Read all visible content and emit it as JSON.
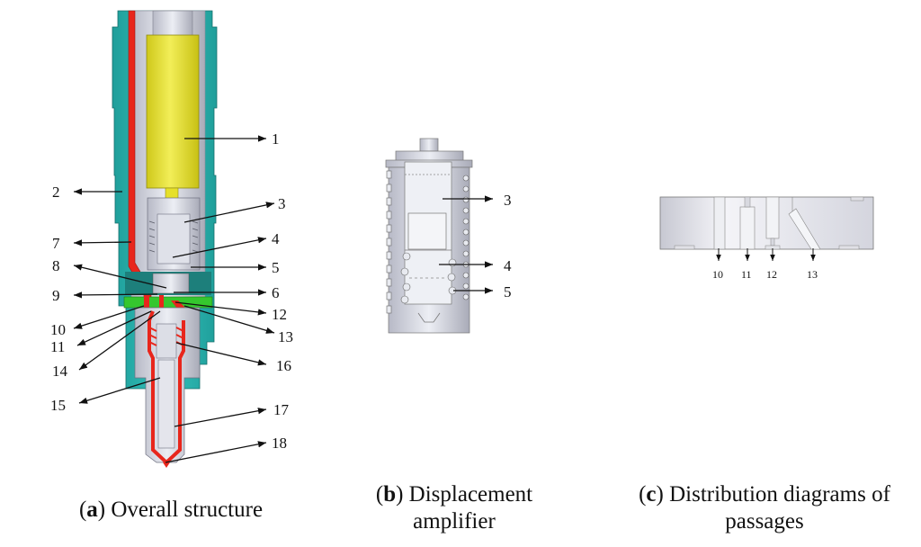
{
  "figure": {
    "panels": [
      {
        "id": "a",
        "caption_letter": "a",
        "caption_text": " Overall structure",
        "labels": [
          "1",
          "2",
          "3",
          "4",
          "5",
          "6",
          "7",
          "8",
          "9",
          "10",
          "11",
          "12",
          "13",
          "14",
          "15",
          "16",
          "17",
          "18"
        ]
      },
      {
        "id": "b",
        "caption_letter": "b",
        "caption_text": " Displacement",
        "caption_line2": "amplifier",
        "labels": [
          "3",
          "4",
          "5"
        ]
      },
      {
        "id": "c",
        "caption_letter": "c",
        "caption_text": " Distribution diagrams of",
        "caption_line2": "passages",
        "labels": [
          "10",
          "11",
          "12",
          "13"
        ]
      }
    ],
    "colors": {
      "housing": "#2bb5b0",
      "fuel_passage": "#e8261c",
      "actuator": "#e6e02a",
      "distributor_plate": "#35c72e",
      "metal": "#c9cbd6"
    }
  }
}
